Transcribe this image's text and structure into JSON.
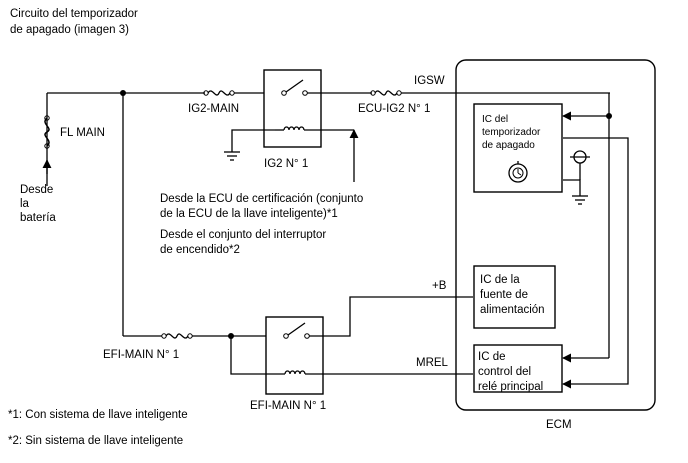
{
  "title": {
    "line1": "Circuito del temporizador",
    "line2": "de apagado (imagen 3)"
  },
  "labels": {
    "fl_main": "FL MAIN",
    "battery": [
      "Desde",
      "la",
      "batería"
    ],
    "ig2_main": "IG2-MAIN",
    "ig2_relay": "IG2 N° 1",
    "ecu_ig2": "ECU-IG2 N° 1",
    "igsw": "IGSW",
    "from_certification": [
      "Desde la ECU de certificación (conjunto",
      "de la ECU de la llave inteligente)*1"
    ],
    "from_ignition": [
      "Desde el conjunto del interruptor",
      "de encendido*2"
    ],
    "plus_b": "+B",
    "mrel": "MREL",
    "efi_main_fuse": "EFI-MAIN N° 1",
    "efi_main_relay": "EFI-MAIN N° 1",
    "ecm": "ECM"
  },
  "ecm_blocks": {
    "off_timer": [
      "IC del",
      "temporizador",
      "de apagado"
    ],
    "power_source": [
      "IC de la",
      "fuente de",
      "alimentación"
    ],
    "main_relay": [
      "IC de",
      "control del",
      "relé principal"
    ]
  },
  "notes": [
    "*1: Con sistema de llave inteligente",
    "*2: Sin sistema de llave inteligente"
  ]
}
